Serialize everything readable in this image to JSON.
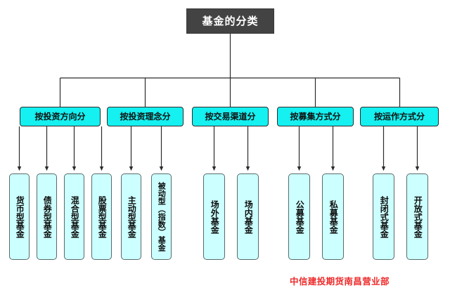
{
  "diagram": {
    "root": {
      "label": "基金的分类",
      "bg_color": "#434343",
      "text_color": "#ffffff"
    },
    "category_color": "#15f0f0",
    "leaf_color": "#ccffff",
    "line_color": "#2b2b2b",
    "categories": [
      {
        "label": "按投资方向分",
        "leaves": [
          "货币型基金",
          "债券型基金",
          "混合型基金",
          "股票型基金"
        ]
      },
      {
        "label": "按投资理念分",
        "leaves": [
          "主动型基金",
          "被动型（指数）基金"
        ]
      },
      {
        "label": "按交易渠道分",
        "leaves": [
          "场外基金",
          "场内基金"
        ]
      },
      {
        "label": "按募集方式分",
        "leaves": [
          "公募基金",
          "私募基金"
        ]
      },
      {
        "label": "按运作方式分",
        "leaves": [
          "封闭式基金",
          "开放式基金"
        ]
      }
    ]
  },
  "footer": {
    "credit": "中信建投期货南昌营业部",
    "color": "#ee2b2b"
  }
}
